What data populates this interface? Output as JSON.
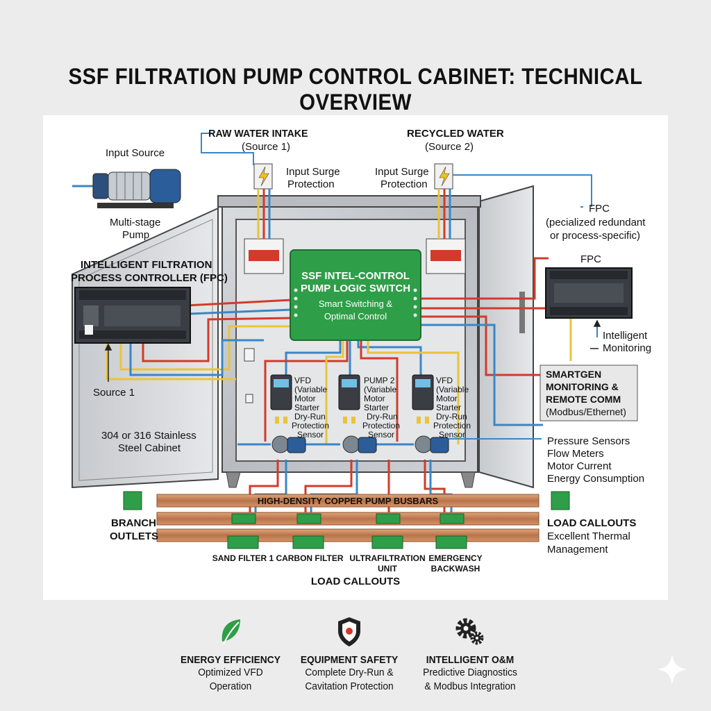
{
  "title": "SSF FILTRATION PUMP CONTROL CABINET: TECHNICAL OVERVIEW",
  "labels": {
    "input_source": "Input Source",
    "pump_line1": "Multi-stage",
    "pump_line2": "Pump",
    "raw_line1": "RAW WATER INTAKE",
    "raw_line2": "(Source 1)",
    "recycled_line1": "RECYCLED WATER",
    "recycled_line2": "(Source 2)",
    "surge_left_l1": "Input Surge",
    "surge_left_l2": "Protection",
    "surge_right_l1": "Input Surge",
    "surge_right_l2": "Protection",
    "fpc_top": "FPC",
    "fpc_top_l2": "(pecialized redundant",
    "fpc_top_l3": "or process-specific)",
    "fpc_right": "FPC",
    "ifpc_l1": "INTELLIGENT FILTRATION",
    "ifpc_l2": "PROCESS CONTROLLER (FPC)",
    "intelligent_l1": "Intelligent",
    "intelligent_l2": "Monitoring",
    "source1": "Source 1",
    "cabinet_l1": "304 or 316 Stainless",
    "cabinet_l2": "Steel Cabinet",
    "switch_l1": "SSF INTEL-CONTROL",
    "switch_l2": "PUMP LOGIC SWITCH",
    "switch_l3": "Smart Switching &",
    "switch_l4": "Optimal Control",
    "smartgen_l1": "SMARTGEN",
    "smartgen_l2": "MONITORING &",
    "smartgen_l3": "REMOTE COMM",
    "smartgen_l4": "(Modbus/Ethernet)",
    "sensors_l1": "Pressure Sensors",
    "sensors_l2": "Flow Meters",
    "sensors_l3": "Motor Current",
    "sensors_l4": "Energy Consumption",
    "busbar": "HIGH-DENSITY COPPER PUMP BUSBARS",
    "branch_l1": "BRANCH",
    "branch_l2": "OUTLETS",
    "load_right": "LOAD CALLOUTS",
    "thermal_l1": "Excellent Thermal",
    "thermal_l2": "Management",
    "load_bottom": "LOAD CALLOUTS",
    "out1": "SAND FILTER 1",
    "out2": "CARBON FILTER",
    "out3_l1": "ULTRAFILTRATION",
    "out3_l2": "UNIT",
    "out4_l1": "EMERGENCY",
    "out4_l2": "BACKWASH"
  },
  "drives": [
    {
      "l1": "VFD",
      "l2": "(Variable",
      "l3": "Motor",
      "l4": "Starter",
      "s1": "Dry-Run",
      "s2": "Protection",
      "s3": "Sensor"
    },
    {
      "l1": "PUMP 2",
      "l2": "(Variable",
      "l3": "Motor",
      "l4": "Starter",
      "s1": "Dry-Run",
      "s2": "Protection",
      "s3": "Sensor"
    },
    {
      "l1": "VFD",
      "l2": "(Variable",
      "l3": "Motor",
      "l4": "Starter",
      "s1": "Dry-Run",
      "s2": "Protection",
      "s3": "Sensor"
    }
  ],
  "features": [
    {
      "icon": "leaf-icon",
      "heading": "ENERGY EFFICIENCY",
      "l1": "Optimized VFD",
      "l2": "Operation"
    },
    {
      "icon": "shield-icon",
      "heading": "EQUIPMENT SAFETY",
      "l1": "Complete Dry-Run &",
      "l2": "Cavitation Protection"
    },
    {
      "icon": "gear-icon",
      "heading": "INTELLIGENT O&M",
      "l1": "Predictive Diagnostics",
      "l2": "& Modbus Integration"
    }
  ],
  "colors": {
    "switch_green": "#2f9e48",
    "wire_red": "#d23a2a",
    "wire_yellow": "#e9c43a",
    "wire_blue": "#3a86c6",
    "copper": "#c9875a"
  }
}
